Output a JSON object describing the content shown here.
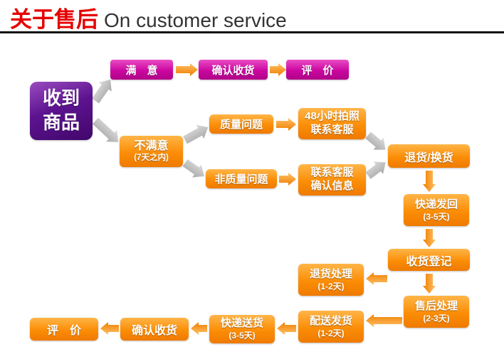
{
  "header": {
    "title_zh": "关于售后",
    "title_en": "On customer service"
  },
  "flow": {
    "received": {
      "line1": "收到",
      "line2": "商品"
    },
    "satisfied": {
      "label": "满　意"
    },
    "confirm_receipt_top": {
      "label": "确认收货"
    },
    "evaluate_top": {
      "label": "评　价"
    },
    "unsatisfied": {
      "line1": "不满意",
      "line2": "(7天之内)"
    },
    "quality_issue": {
      "label": "质量问题"
    },
    "photo_contact": {
      "line1": "48小时拍照",
      "line2": "联系客服"
    },
    "non_quality_issue": {
      "label": "非质量问题"
    },
    "contact_confirm": {
      "line1": "联系客服",
      "line2": "确认信息"
    },
    "return_exchange": {
      "label": "退货/换货"
    },
    "express_back": {
      "line1": "快递发回",
      "line2": "(3-5天)"
    },
    "receipt_register": {
      "label": "收货登记"
    },
    "aftersale_process": {
      "line1": "售后处理",
      "line2": "(2-3天)"
    },
    "refund_process": {
      "line1": "退货处理",
      "line2": "(1-2天)"
    },
    "dispatch": {
      "line1": "配送发货",
      "line2": "(1-2天)"
    },
    "express_delivery": {
      "line1": "快递送货",
      "line2": "(3-5天)"
    },
    "confirm_receipt_bottom": {
      "label": "确认收货"
    },
    "evaluate_bottom": {
      "label": "评　价"
    }
  },
  "colors": {
    "title_red": "#e60000",
    "box_purple": "#5d1390",
    "box_magenta": "#cb07a0",
    "box_orange": "#fb8d06",
    "arrow_gray": "#bfbfbf",
    "arrow_orange": "#fb9215"
  }
}
